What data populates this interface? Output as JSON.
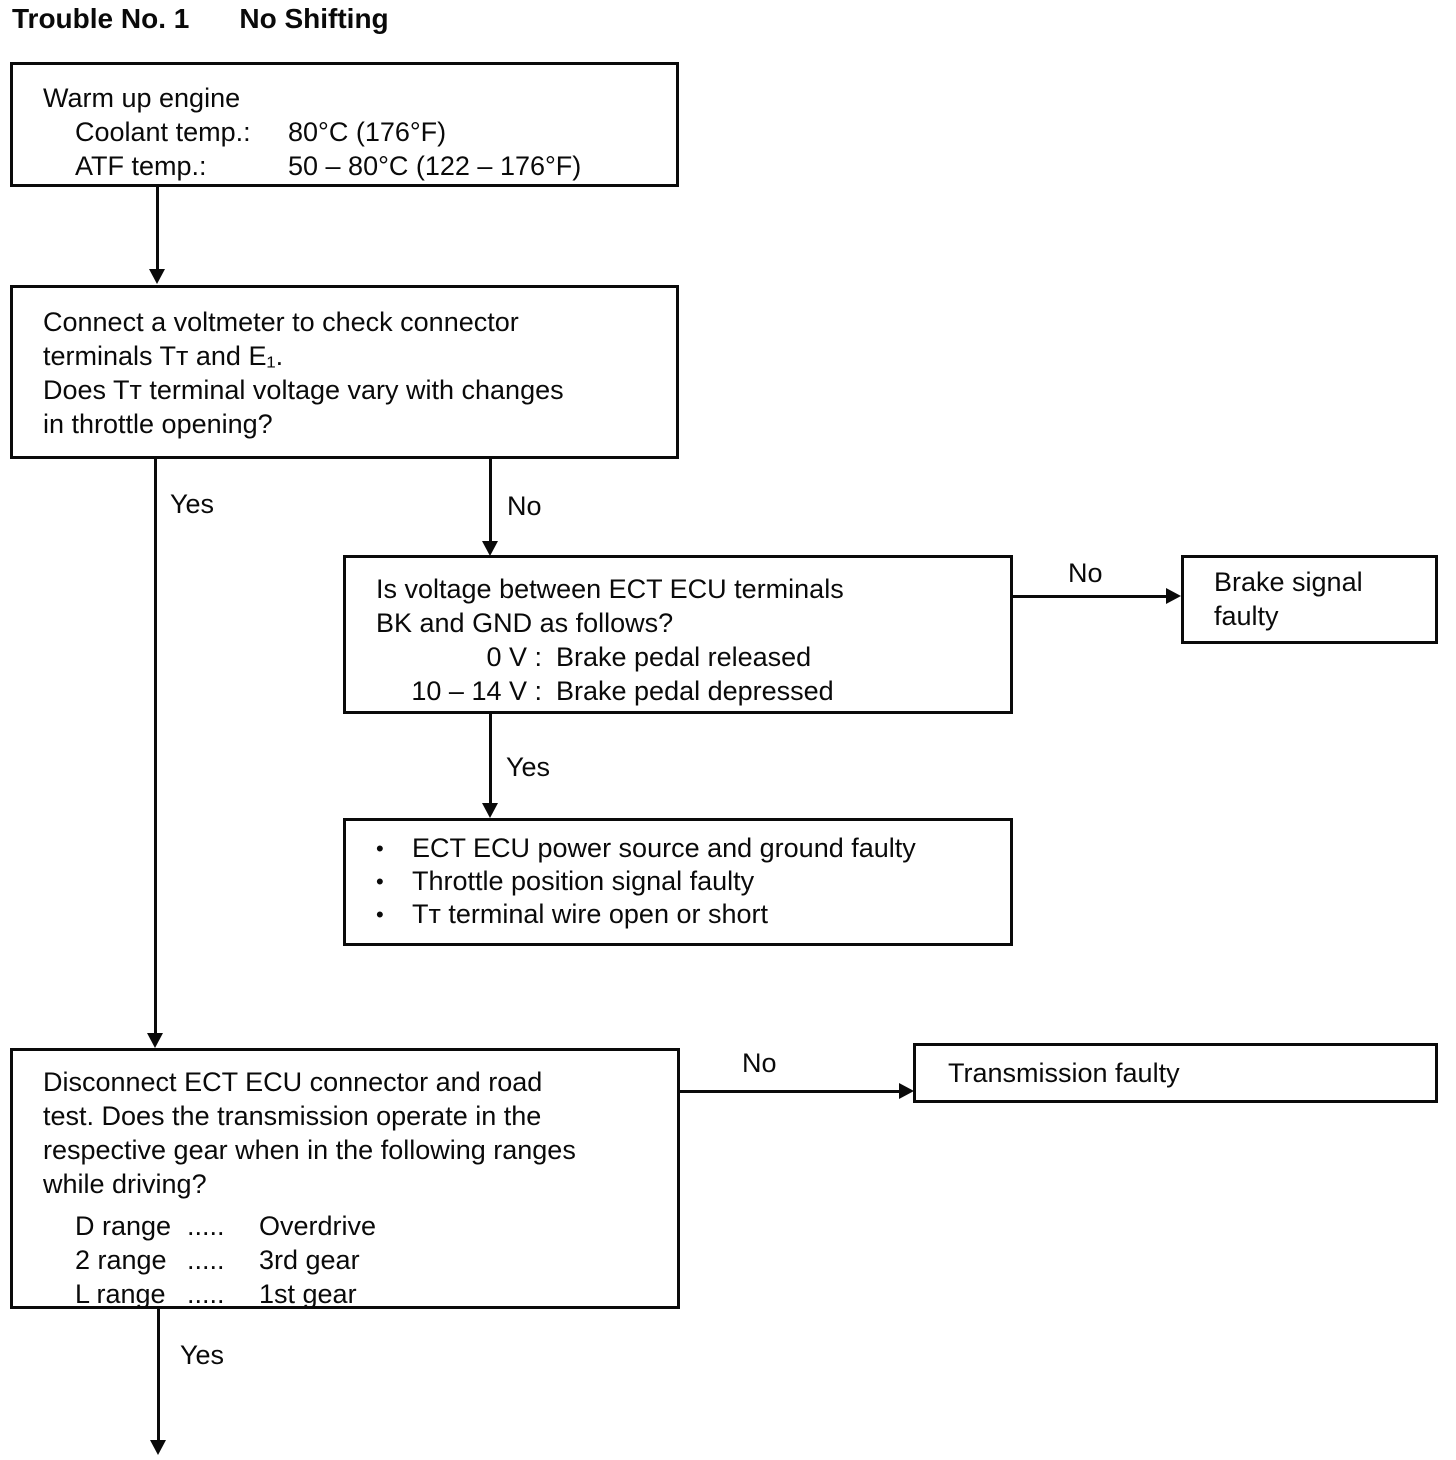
{
  "page": {
    "title": "Trouble No. 1",
    "subtitle": "No Shifting"
  },
  "boxes": {
    "warm_up": {
      "line1": "Warm up engine",
      "rows": [
        {
          "label": "Coolant temp.:",
          "value": "80°C (176°F)"
        },
        {
          "label": "ATF temp.:",
          "value": "50 – 80°C (122 – 176°F)"
        }
      ]
    },
    "voltmeter_check": {
      "text": "Connect a voltmeter to check connector\nterminals Tᴛ and E₁.\nDoes Tᴛ terminal voltage vary with changes\nin throttle opening?"
    },
    "bk_gnd_check": {
      "question": "Is voltage between ECT ECU terminals\nBK and GND as follows?",
      "rows": [
        {
          "value": "0 V :",
          "desc": "Brake pedal released"
        },
        {
          "value": "10 – 14 V :",
          "desc": "Brake pedal depressed"
        }
      ]
    },
    "brake_signal_faulty": {
      "text": "Brake signal\nfaulty"
    },
    "ecu_faults": {
      "bullet": "•",
      "items": [
        "ECT ECU power source and ground faulty",
        "Throttle position signal faulty",
        "Tᴛ terminal wire open or short"
      ]
    },
    "road_test": {
      "question": "Disconnect ECT ECU connector and road\ntest.  Does the transmission operate in the\nrespective gear when in the following ranges\nwhile driving?",
      "ranges": [
        {
          "range": "D range",
          "dots": ".....",
          "gear": "Overdrive"
        },
        {
          "range": "2 range",
          "dots": ".....",
          "gear": "3rd gear"
        },
        {
          "range": "L range",
          "dots": ".....",
          "gear": "1st gear"
        }
      ]
    },
    "transmission_faulty": {
      "text": "Transmission faulty"
    }
  },
  "edge_labels": {
    "yes_1": "Yes",
    "no_1": "No",
    "no_2": "No",
    "yes_2": "Yes",
    "no_3": "No",
    "yes_3": "Yes"
  },
  "colors": {
    "ink": "#0a0a0a",
    "paper": "#ffffff"
  }
}
